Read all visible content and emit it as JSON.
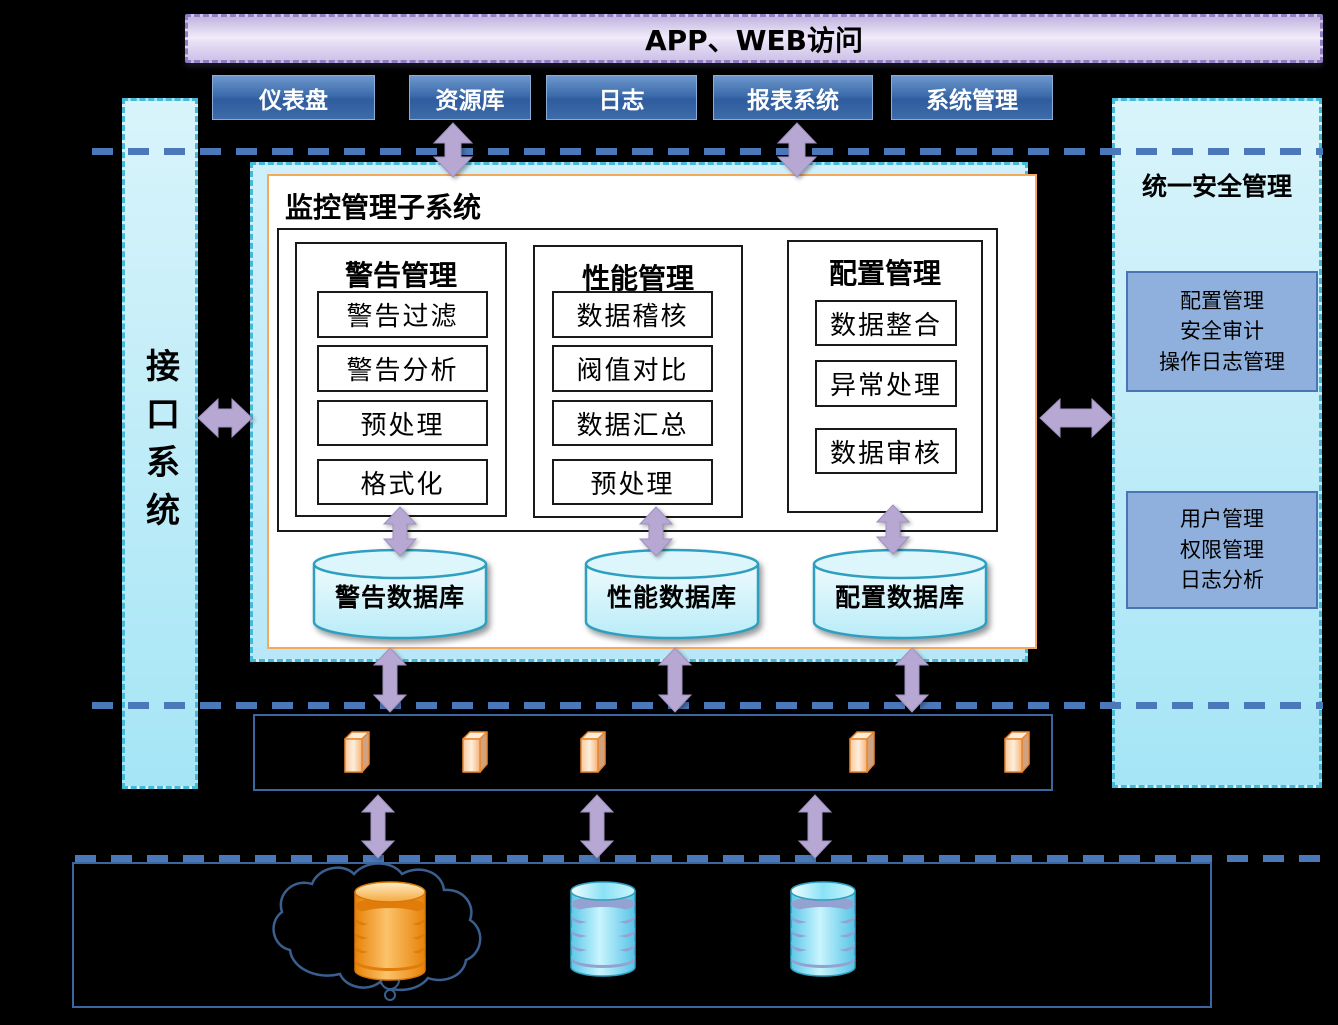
{
  "banner": {
    "title": "APP、WEB访问"
  },
  "top_buttons": [
    {
      "label": "仪表盘"
    },
    {
      "label": "资源库"
    },
    {
      "label": "日志"
    },
    {
      "label": "报表系统"
    },
    {
      "label": "系统管理"
    }
  ],
  "left_sidebar": {
    "label": "接口系统"
  },
  "right_sidebar": {
    "title": "统一安全管理",
    "boxes": [
      {
        "lines": "配置管理\n安全审计\n操作日志管理"
      },
      {
        "lines": "用户管理\n权限管理\n日志分析"
      }
    ]
  },
  "monitor_panel": {
    "title": "监控管理子系统",
    "modules": [
      {
        "title": "警告管理",
        "items": [
          "警告过滤",
          "警告分析",
          "预处理",
          "格式化"
        ]
      },
      {
        "title": "性能管理",
        "items": [
          "数据稽核",
          "阀值对比",
          "数据汇总",
          "预处理"
        ]
      },
      {
        "title": "配置管理",
        "items": [
          "数据整合",
          "异常处理",
          "数据审核"
        ]
      }
    ],
    "databases": [
      {
        "label": "警告数据库"
      },
      {
        "label": "性能数据库"
      },
      {
        "label": "配置数据库"
      }
    ]
  },
  "colors": {
    "dashed_line_blue": "#4a78b8",
    "banner_lavender": "#d8cdee",
    "banner_border": "#8f7fc0",
    "button_blue": "#3d6cab",
    "sidebar_cyan": "#bfeaf7",
    "sidebar_border": "#46b8d8",
    "panel_inner_border": "#f5a95c",
    "security_box_blue": "#8fb0dc",
    "security_box_border": "#4a74b4",
    "arrow_purple": "#b6a8d2",
    "cylinder_fill": "#bdeef9",
    "cylinder_border": "#2f9fc0",
    "cube_orange": "#f8b97e",
    "source_db_orange": "#f0920f",
    "source_db_cyan": "#4cc9ea",
    "cloud_outline": "#3a5f8f"
  }
}
